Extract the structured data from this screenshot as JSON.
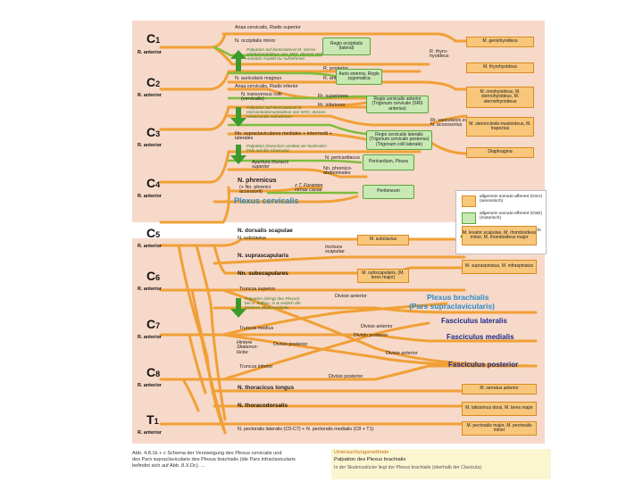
{
  "segments": [
    {
      "id": "c1",
      "label": "C",
      "sub": "1",
      "ra": "R. anterior"
    },
    {
      "id": "c2",
      "label": "C",
      "sub": "2",
      "ra": "R. anterior"
    },
    {
      "id": "c3",
      "label": "C",
      "sub": "3",
      "ra": "R. anterior"
    },
    {
      "id": "c4",
      "label": "C",
      "sub": "4",
      "ra": "R. anterior"
    },
    {
      "id": "c5",
      "label": "C",
      "sub": "5",
      "ra": "R. anterior"
    },
    {
      "id": "c6",
      "label": "C",
      "sub": "6",
      "ra": "R. anterior"
    },
    {
      "id": "c7",
      "label": "C",
      "sub": "7",
      "ra": "R. anterior"
    },
    {
      "id": "c8",
      "label": "C",
      "sub": "8",
      "ra": "R. anterior"
    },
    {
      "id": "t1",
      "label": "T",
      "sub": "1",
      "ra": "R. anterior"
    }
  ],
  "cervical": {
    "nerves": [
      {
        "id": "ansa1",
        "text": "Ansa cervicalis, Radix superior",
        "style": "plain"
      },
      {
        "id": "occipitalis",
        "text": "N. occipitalis minor",
        "style": "plain"
      },
      {
        "id": "palp1",
        "text": "Palpation auf kontralateral M. sterno-cleidomastoideus von SRS, dessen Hinterrande am Ansatze Aspekt zu Aufnehmen",
        "style": "italic"
      },
      {
        "id": "auricularis",
        "text": "N. auricularis magnus",
        "style": "plain"
      },
      {
        "id": "ansa2",
        "text": "Ansa cervicalis, Radix inferior",
        "style": "plain"
      },
      {
        "id": "transversus",
        "text": "N. transversus colli (cervicalis)",
        "style": "plain"
      },
      {
        "id": "palp2",
        "text": "Palpation auf kontralateral M. sternocleidomastoideus von SRS, dessen Hinterrande Aufnehmen",
        "style": "italic"
      },
      {
        "id": "supraclav",
        "text": "Nn. supraclaviculares mediales + intermedii + laterales",
        "style": "plain"
      },
      {
        "id": "palp3",
        "text": "Palpation (zwischen vertikal ver-laufenden Fels auf der Clavicula)",
        "style": "italic"
      },
      {
        "id": "apertura",
        "text": "Apertura thoracis superior",
        "style": "italic"
      },
      {
        "id": "phrenicus",
        "text": "N. phrenicus",
        "style": "bold"
      },
      {
        "id": "phrenicus_acc",
        "text": "(+ Nn. phrenici accessorii)",
        "style": "plain"
      },
      {
        "id": "foramen",
        "text": "z.T. Foramen venae cavae",
        "style": "italic"
      }
    ],
    "branches": [
      {
        "id": "r_post",
        "text": "R. posterior"
      },
      {
        "id": "r_ant",
        "text": "R. anterior"
      },
      {
        "id": "rr_sup",
        "text": "Rr. superiores"
      },
      {
        "id": "rr_inf",
        "text": "Rr. inferiores"
      },
      {
        "id": "rr_vasc",
        "text": "Rr. vasculares zum N. accessorius"
      },
      {
        "id": "n_pericard",
        "text": "N. pericardiacus"
      },
      {
        "id": "n_phrenico",
        "text": "Nn. phrenico-abdominales"
      },
      {
        "id": "r_thyro",
        "text": "R. thyro-hyoideus"
      }
    ],
    "regions": [
      {
        "id": "reg_occ",
        "text": "Regio occipitalis (lateral)"
      },
      {
        "id": "reg_aur",
        "text": "Auris externa, Regio zygomatica"
      },
      {
        "id": "reg_cerv",
        "text": "Regio cervicalis anterior (Trigonum cervicale (SRS anterius)"
      },
      {
        "id": "reg_lat",
        "text": "Regio cervicalis lateralis (Trigonum cervicale posterius) (Trigonum colli laterale)"
      },
      {
        "id": "reg_peric",
        "text": "Pericardium, Pleura"
      },
      {
        "id": "reg_perit",
        "text": "Peritoneum"
      }
    ],
    "muscles": [
      {
        "id": "m_genio",
        "text": "M. geniohyoideus"
      },
      {
        "id": "m_thyro",
        "text": "M. thyrohyoideus"
      },
      {
        "id": "m_infra",
        "text": "M. omohyoideus, M. sternohyoideus, M. sternothyroideus"
      },
      {
        "id": "m_scm",
        "text": "M. sternocleido-mastoideus, M. trapezius"
      },
      {
        "id": "m_diaph",
        "text": "Diaphragma"
      }
    ],
    "plexus_label": "Plexus cervicalis"
  },
  "brachial": {
    "nerves": [
      {
        "id": "dorsalis",
        "text": "N. dorsalis scapulae"
      },
      {
        "id": "subclavius",
        "text": "N. subclavius"
      },
      {
        "id": "suprascap",
        "text": "N. suprascapularis"
      },
      {
        "id": "incisura",
        "text": "Incisura scapulae",
        "italic": true
      },
      {
        "id": "subscap",
        "text": "Nn. subscapulares"
      },
      {
        "id": "trunc_sup",
        "text": "Truncus superior"
      },
      {
        "id": "div_ant1",
        "text": "Divisio anterior"
      },
      {
        "id": "palp4",
        "text": "Palpation (dringt das Plexus) bei S. bulbus, in & seitlich der hinteren Skalenuslücke",
        "italic": true
      },
      {
        "id": "trunc_med",
        "text": "Truncus medius"
      },
      {
        "id": "div_ant2",
        "text": "Divisio anterior"
      },
      {
        "id": "div_post1",
        "text": "Divisio posterior"
      },
      {
        "id": "hint_scal",
        "text": "Hintere Skalenus-lücke",
        "italic": true
      },
      {
        "id": "div_post2",
        "text": "Divisio posterior"
      },
      {
        "id": "div_ant3",
        "text": "Divisio anterior"
      },
      {
        "id": "trunc_inf",
        "text": "Truncus inferior"
      },
      {
        "id": "div_post3",
        "text": "Divisio posterior"
      },
      {
        "id": "thor_long",
        "text": "N. thoracicus longus"
      },
      {
        "id": "thoracodors",
        "text": "N. thoracodorsalis"
      },
      {
        "id": "pectoral",
        "text": "N. pectoralis lateralis (C5-C7) + N. pectoralis medialis (C8 + T1)"
      }
    ],
    "muscles": [
      {
        "id": "m_lev",
        "text": "M. levator scapulae, M. rhomboideus minor, M. rhomboideus major"
      },
      {
        "id": "m_subcl",
        "text": "M. subclavius"
      },
      {
        "id": "m_supra",
        "text": "M. supraspinatus, M. infraspinatus"
      },
      {
        "id": "m_subsc",
        "text": "M. subscapularis, (M. teres major)"
      },
      {
        "id": "m_serr",
        "text": "M. serratus anterior"
      },
      {
        "id": "m_lat",
        "text": "M. latissimus dorsi, M. teres major"
      },
      {
        "id": "m_pect",
        "text": "M. pectoralis major, M. pectoralis minor"
      }
    ],
    "plexus_label_1": "Plexus brachialis",
    "plexus_label_2": "(Pars supraclavicularis)",
    "fasciculi": [
      {
        "id": "f_lat",
        "text": "Fasciculus lateralis"
      },
      {
        "id": "f_med",
        "text": "Fasciculus medialis"
      },
      {
        "id": "f_post",
        "text": "Fasciculus posterior"
      }
    ]
  },
  "legend": [
    {
      "id": "leg_gsa",
      "text": "allgemein somato-afferent (GSA) (sensorisch)"
    },
    {
      "id": "leg_gse",
      "text": "allgemein somato-efferent (GSE) (motorisch)"
    },
    {
      "id": "leg_stel",
      "text": "Stellen, an denen Nerven leicht zu tasten sind"
    }
  ],
  "caption": {
    "l1": "Abb. 4.8.1b + c Schema der Verzweigung des Plexus cervicalis und",
    "l2": "des Pars supraclavicularis des Plexus brachialis (die Pars infraclavicularis",
    "l3": "befindet sich auf Abb. 8.X.Dc). ..."
  },
  "note": {
    "heading": "Untersuchungsmethode",
    "title": "Palpation des Plexus brachialis",
    "sub": "In der Skalenuslücke liegt der Plexus brachialis (oberhalb der Clavicula)."
  },
  "colors": {
    "panel": "#f7d9c9",
    "nerve": "#f0a035",
    "motor": "#7cbd3e",
    "plexus": "#2a8bc9",
    "fascicle": "#1b2b8a",
    "arrow": "#3a9b2c"
  }
}
